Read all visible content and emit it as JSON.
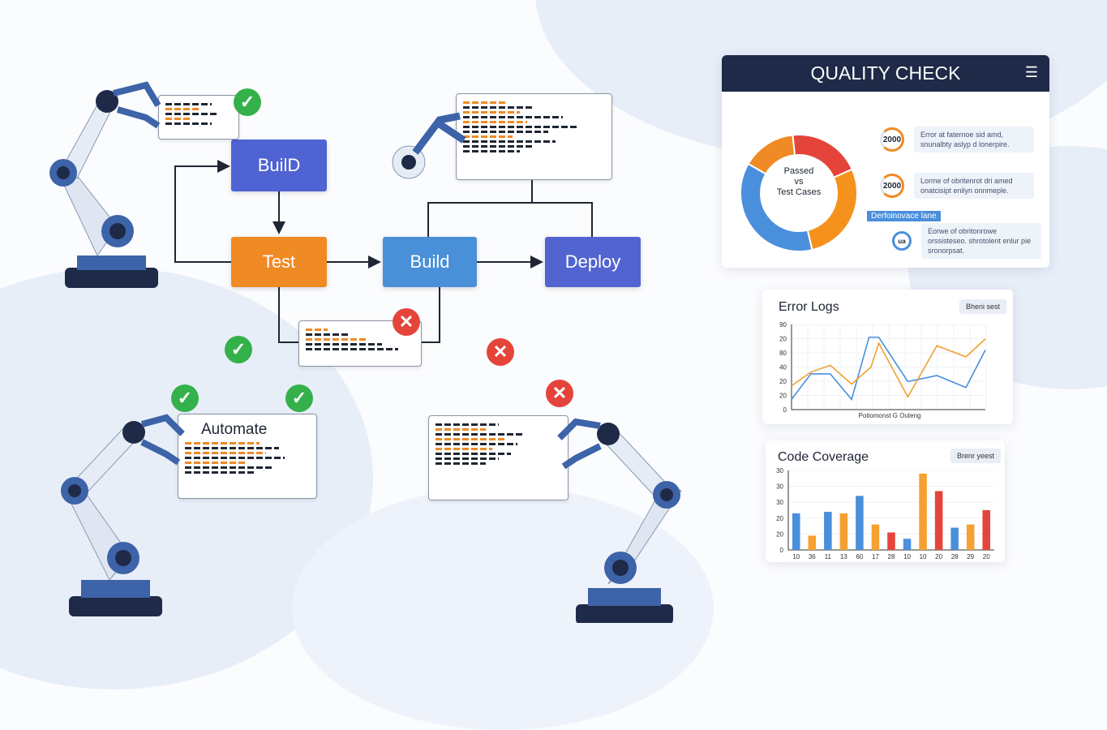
{
  "flow": {
    "nodes": [
      {
        "label": "BuilD",
        "color": "#4f63d2"
      },
      {
        "label": "Test",
        "color": "#f08a24"
      },
      {
        "label": "Build",
        "color": "#4a90d9"
      },
      {
        "label": "Deploy",
        "color": "#5264d0"
      }
    ],
    "automate_label": "Automate"
  },
  "quality": {
    "title": "QUALITY CHECK",
    "menu_icon": "menu-icon",
    "donut_label": [
      "Passed",
      "vs",
      "Test Cases"
    ],
    "donut": [
      {
        "value": 15,
        "color": "#f08a24"
      },
      {
        "value": 20,
        "color": "#e5443b"
      },
      {
        "value": 28,
        "color": "#f5921e"
      },
      {
        "value": 37,
        "color": "#4a8fdc"
      }
    ],
    "stats": [
      {
        "value": "2000",
        "text": "Error at faternoe sid amd, snunalbty aslyp d lonerpire."
      },
      {
        "value": "2000",
        "text": "Lorme of obritenrot dri amed onatcisipt enilyn onnmeple."
      },
      {
        "value": "ua",
        "text": "Eorwe of obritonrowe orssisteseo. shrotolent enlur pie sronorpsat."
      }
    ],
    "performance_label": "Derfoinovace lane"
  },
  "chart_data": [
    {
      "type": "line",
      "title": "Error Logs",
      "button": "Bheni sest",
      "xlabel": "Potiomonst G Outeng",
      "ylabel": "",
      "yticks": [
        "0",
        "20",
        "20",
        "40",
        "80",
        "20",
        "90"
      ],
      "ylim": [
        0,
        100
      ],
      "series": [
        {
          "name": "blue",
          "color": "#4a8fdc",
          "x": [
            0,
            1,
            2,
            3.1,
            4,
            4.5,
            6,
            7.5,
            9,
            10
          ],
          "values": [
            12,
            42,
            42,
            12,
            85,
            85,
            33,
            40,
            26,
            70
          ]
        },
        {
          "name": "orange",
          "color": "#f0a030",
          "x": [
            0,
            1,
            2,
            3.1,
            4.1,
            4.5,
            6,
            7.5,
            9,
            10
          ],
          "values": [
            28,
            44,
            52,
            30,
            50,
            78,
            15,
            75,
            62,
            83
          ]
        }
      ]
    },
    {
      "type": "bar",
      "title": "Code Coverage",
      "button": "Brenr yeest",
      "yticks": [
        "0",
        "20",
        "20",
        "30",
        "30",
        "30"
      ],
      "ylim": [
        0,
        50
      ],
      "categories": [
        "10",
        "36",
        "11",
        "13",
        "60",
        "17",
        "28",
        "10",
        "10",
        "20",
        "28",
        "29",
        "20"
      ],
      "values": [
        23,
        9,
        24,
        23,
        34,
        16,
        11,
        7,
        48,
        37,
        14,
        16,
        25
      ],
      "colors": [
        "#4a8fdc",
        "#f5a030",
        "#4a8fdc",
        "#f5a030",
        "#4a8fdc",
        "#f5a030",
        "#e5443b",
        "#4a8fdc",
        "#f5a030",
        "#e5443b",
        "#4a8fdc",
        "#f5a030",
        "#e5443b"
      ]
    }
  ]
}
